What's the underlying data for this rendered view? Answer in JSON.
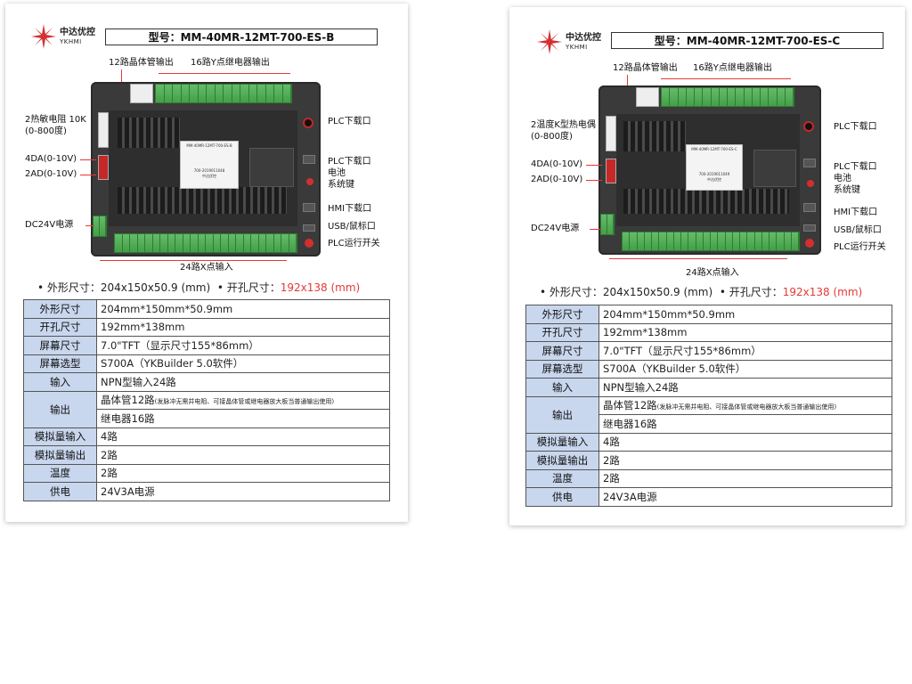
{
  "colors": {
    "accent_red": "#e53935",
    "key_cell_bg": "#c9d7ee",
    "terminal_green": "#4caf50"
  },
  "cards": [
    {
      "logo": {
        "cn": "中达优控",
        "en": "YKHMI",
        "icon": "snowflake-logo-icon"
      },
      "model": "型号：MM-40MR-12MT-700-ES-B",
      "callouts": {
        "top_left": "12路晶体管输出",
        "top_right": "16路Y点继电器输出",
        "left_1": "2热敏电阻 10K",
        "left_1b": "(0-800度)",
        "left_2": "4DA(0-10V)",
        "left_3": "2AD(0-10V)",
        "left_4": "DC24V电源",
        "right_1": "PLC下载口",
        "right_2": "PLC下载口",
        "right_3": "电池",
        "right_4": "系统键",
        "right_5": "HMI下载口",
        "right_6": "USB/鼠标口",
        "right_7": "PLC运行开关",
        "bottom": "24路X点输入"
      },
      "sticker": {
        "model": "MM-40MR-12MT-700-ES-B",
        "serial": "700-2019011048",
        "brand": "中达优控"
      },
      "dims": {
        "outer_label": "• 外形尺寸：204x150x50.9 (mm)",
        "cut_label": "• 开孔尺寸：",
        "cut_value": "192x138 (mm)"
      },
      "specs": [
        {
          "key": "外形尺寸",
          "value": "204mm*150mm*50.9mm"
        },
        {
          "key": "开孔尺寸",
          "value": "192mm*138mm"
        },
        {
          "key": "屏幕尺寸",
          "value": "7.0\"TFT（显示尺寸155*86mm）"
        },
        {
          "key": "屏幕选型",
          "value": "S700A（YKBuilder 5.0软件）"
        },
        {
          "key": "输入",
          "value": "NPN型输入24路"
        },
        {
          "key": "输出",
          "value": "晶体管12路",
          "note": "(发脉冲无需并电阻、可接晶体管或继电器放大板当普通输出使用)",
          "value2": "继电器16路"
        },
        {
          "key": "模拟量输入",
          "value": "4路"
        },
        {
          "key": "模拟量输出",
          "value": "2路"
        },
        {
          "key": "温度",
          "value": "2路"
        },
        {
          "key": "供电",
          "value": "24V3A电源"
        }
      ]
    },
    {
      "logo": {
        "cn": "中达优控",
        "en": "YKHMI",
        "icon": "snowflake-logo-icon"
      },
      "model": "型号：MM-40MR-12MT-700-ES-C",
      "callouts": {
        "top_left": "12路晶体管输出",
        "top_right": "16路Y点继电器输出",
        "left_1": "2温度K型热电偶",
        "left_1b": "(0-800度)",
        "left_2": "4DA(0-10V)",
        "left_3": "2AD(0-10V)",
        "left_4": "DC24V电源",
        "right_1": "PLC下载口",
        "right_2": "PLC下载口",
        "right_3": "电池",
        "right_4": "系统键",
        "right_5": "HMI下载口",
        "right_6": "USB/鼠标口",
        "right_7": "PLC运行开关",
        "bottom": "24路X点输入"
      },
      "sticker": {
        "model": "MM-40MR-12MT-700-ES-C",
        "serial": "700-2019011049",
        "brand": "中达优控"
      },
      "dims": {
        "outer_label": "• 外形尺寸：204x150x50.9 (mm)",
        "cut_label": "• 开孔尺寸：",
        "cut_value": "192x138 (mm)"
      },
      "specs": [
        {
          "key": "外形尺寸",
          "value": "204mm*150mm*50.9mm"
        },
        {
          "key": "开孔尺寸",
          "value": "192mm*138mm"
        },
        {
          "key": "屏幕尺寸",
          "value": "7.0\"TFT（显示尺寸155*86mm）"
        },
        {
          "key": "屏幕选型",
          "value": "S700A（YKBuilder 5.0软件）"
        },
        {
          "key": "输入",
          "value": "NPN型输入24路"
        },
        {
          "key": "输出",
          "value": "晶体管12路",
          "note": "(发脉冲无需并电阻、可接晶体管或继电器放大板当普通输出使用)",
          "value2": "继电器16路"
        },
        {
          "key": "模拟量输入",
          "value": "4路"
        },
        {
          "key": "模拟量输出",
          "value": "2路"
        },
        {
          "key": "温度",
          "value": "2路"
        },
        {
          "key": "供电",
          "value": "24V3A电源"
        }
      ]
    }
  ]
}
